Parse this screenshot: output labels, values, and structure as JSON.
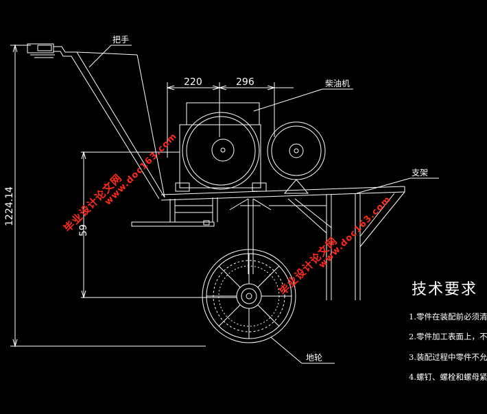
{
  "drawing": {
    "dimensions": {
      "overall_height": "1224.14",
      "width_a": "220",
      "width_b": "296",
      "partial_height": "59"
    },
    "labels": {
      "handle": "把手",
      "diesel_engine": "柴油机",
      "frame": "支架",
      "ground_wheel": "地轮"
    },
    "tech_requirements": {
      "title": "技术要求",
      "items": [
        "1.零件在装配前必须清",
        "2.零件加工表面上，不",
        "3.装配过程中零件不允",
        "4.螺钉、螺栓和螺母紧"
      ]
    },
    "watermarks": {
      "cn_text": "毕业设计论文网",
      "url_text": "www.doc163.com"
    },
    "colors": {
      "background": "#000000",
      "lines": "#ffffff",
      "watermark": "#ff2a1c"
    }
  }
}
